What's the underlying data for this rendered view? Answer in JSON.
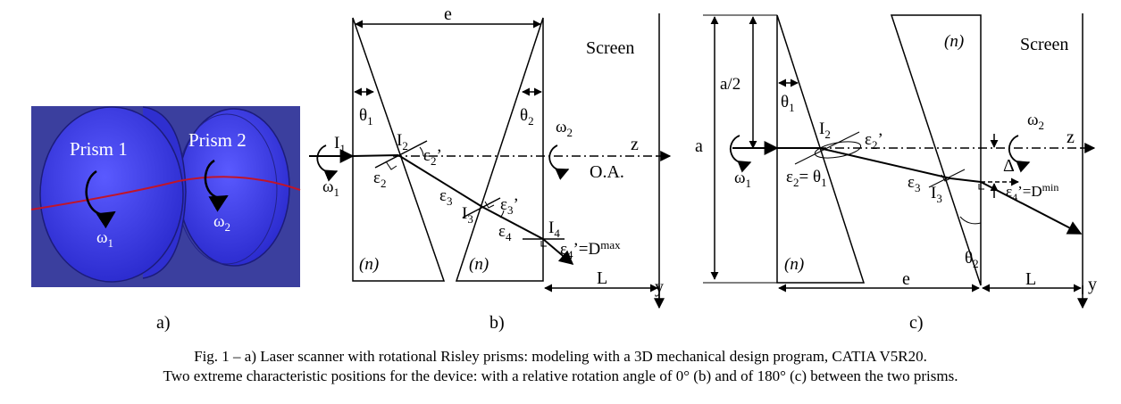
{
  "panel_a": {
    "prism1": "Prism 1",
    "prism2": "Prism 2",
    "omega1": "ω",
    "omega1_sub": "1",
    "omega2": "ω",
    "omega2_sub": "2",
    "colors": {
      "background": "#3b3f9e",
      "prism": "#3d3de8",
      "beam": "#c0152a"
    }
  },
  "panel_b": {
    "e": "e",
    "screen": "Screen",
    "theta": "θ",
    "sub1": "1",
    "sub2": "2",
    "sub3": "3",
    "sub4": "4",
    "omega": "ω",
    "I": "I",
    "z": "z",
    "oa": "O.A.",
    "epsilon": "ε",
    "prime": "’",
    "eps4_suffix": "’=D",
    "max": "max",
    "n": "(n)",
    "L": "L",
    "y": "y"
  },
  "panel_c": {
    "a_half": "a/2",
    "a": "a",
    "theta": "θ",
    "sub1": "1",
    "sub2": "2",
    "sub3": "3",
    "sub4": "4",
    "omega": "ω",
    "I": "I",
    "eps": "ε",
    "prime": "’",
    "eq_theta": "= θ",
    "n": "(n)",
    "screen": "Screen",
    "z": "z",
    "delta": "Δ",
    "eps4_suffix": "’=D",
    "min": "min",
    "e": "e",
    "L": "L",
    "y": "y"
  },
  "panel_labels": {
    "a": "a)",
    "b": "b)",
    "c": "c)"
  },
  "caption": {
    "line1": "Fig. 1 – a) Laser scanner with rotational Risley prisms: modeling with a 3D mechanical design program, CATIA V5R20.",
    "line2": "Two extreme characteristic positions for the device: with a relative rotation angle of 0° (b) and of 180° (c) between the two prisms."
  }
}
